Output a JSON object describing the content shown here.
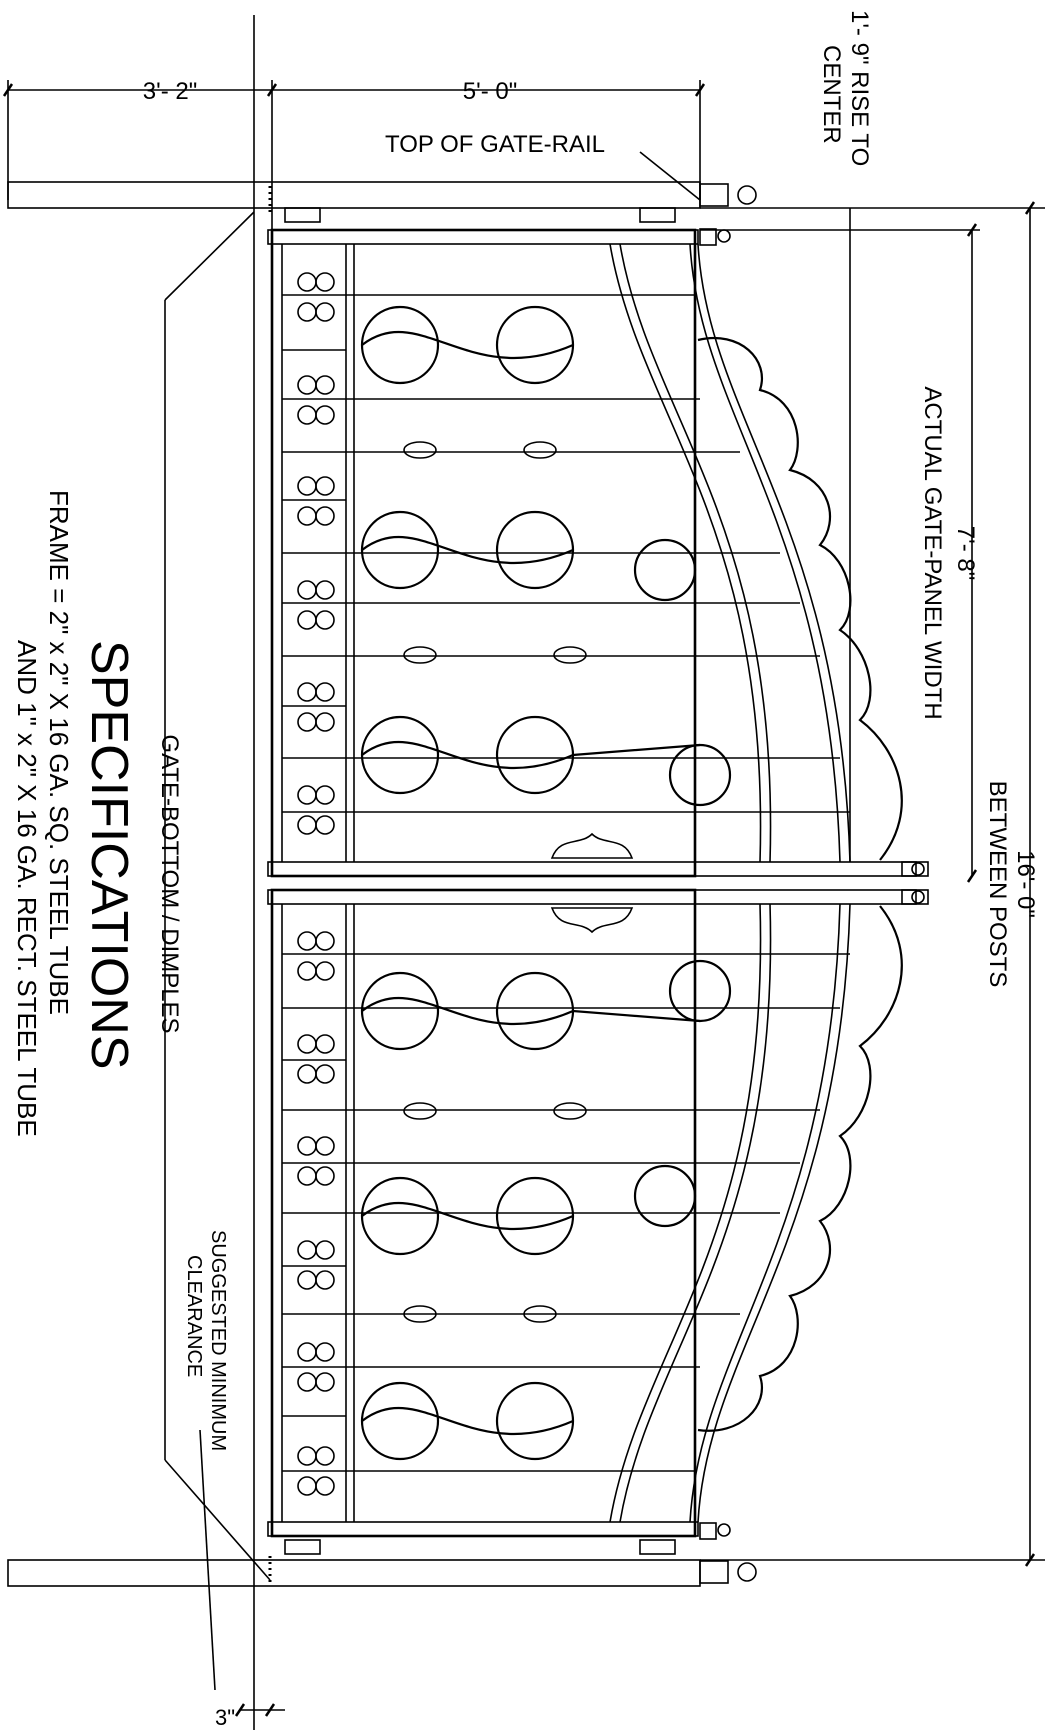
{
  "dimensions": {
    "post_offset": "3'- 2\"",
    "gate_height": "5'- 0\"",
    "rise": "1'- 9\" RISE TO",
    "rise_2": "CENTER",
    "panel_width": "7'- 8\"",
    "panel_width_2": "ACTUAL GATE-PANEL WIDTH",
    "between_posts": "16'- 0\"",
    "between_posts_2": "BETWEEN POSTS",
    "clearance": "3\""
  },
  "callouts": {
    "top_rail": "TOP OF GATE-RAIL",
    "bottom": "GATE-BOTTOM / DIMPLES",
    "suggested": "SUGGESTED MINIMUM",
    "suggested_2": "CLEARANCE"
  },
  "specs": {
    "title": "SPECIFICATIONS",
    "frame_1": "FRAME  =  2\" x 2\" X 16 GA. SQ. STEEL TUBE",
    "frame_2": "AND 1\" x 2\" X 16 GA. RECT. STEEL TUBE"
  }
}
